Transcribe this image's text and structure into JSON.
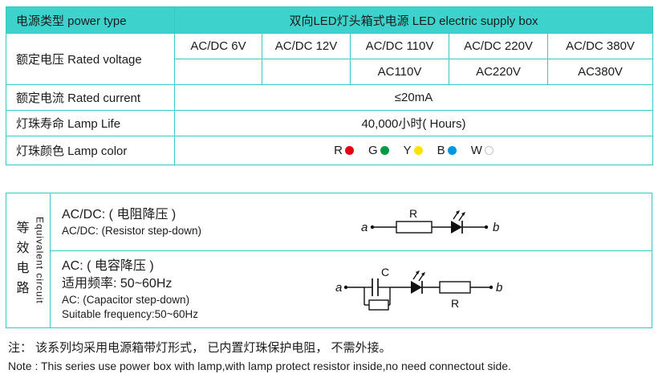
{
  "colors": {
    "accent": "#3ed2cd",
    "border": "#35c9c4"
  },
  "table1": {
    "header": {
      "power_type": "电源类型  power type",
      "supply_box": "双向LED灯头箱式电源   LED electric supply box"
    },
    "voltage": {
      "label": "额定电压  Rated voltage",
      "row1": [
        "AC/DC 6V",
        "AC/DC 12V",
        "AC/DC 110V",
        "AC/DC 220V",
        "AC/DC 380V"
      ],
      "row2": [
        "",
        "",
        "AC110V",
        "AC220V",
        "AC380V"
      ]
    },
    "current": {
      "label": "额定电流  Rated current",
      "value": "≤20mA"
    },
    "life": {
      "label": "灯珠寿命  Lamp Life",
      "value": "40,000小时( Hours)"
    },
    "color": {
      "label": "灯珠颜色  Lamp color",
      "items": [
        {
          "letter": "R",
          "color": "#e60012",
          "filled": true
        },
        {
          "letter": "G",
          "color": "#009a44",
          "filled": true
        },
        {
          "letter": "Y",
          "color": "#ffe100",
          "filled": true
        },
        {
          "letter": "B",
          "color": "#0097e0",
          "filled": true
        },
        {
          "letter": "W",
          "color": "#ffffff",
          "filled": false
        }
      ]
    }
  },
  "table2": {
    "side_label_cn": "等效电路",
    "side_label_en": "Equivalent  circuit",
    "row1": {
      "title_cn": "AC/DC: ( 电阻降压 )",
      "title_en": "AC/DC:  (Resistor  step-down)",
      "labels": {
        "a": "a",
        "b": "b",
        "r": "R"
      }
    },
    "row2": {
      "title_cn": "AC: ( 电容降压 )",
      "freq_cn": "适用频率:  50~60Hz",
      "title_en": "AC:  (Capacitor  step-down)",
      "freq_en": "Suitable frequency:50~60Hz",
      "labels": {
        "a": "a",
        "b": "b",
        "c": "C",
        "r": "R"
      }
    }
  },
  "notes": {
    "cn": "注： 该系列均采用电源箱带灯形式， 已内置灯珠保护电阻， 不需外接。",
    "en": "Note : This series use power box with lamp,with lamp protect resistor inside,no need connectout side."
  }
}
